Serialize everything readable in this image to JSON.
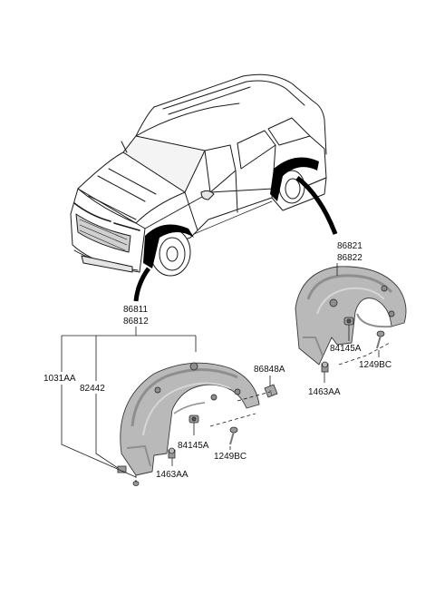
{
  "parts": {
    "front_upper": "86811",
    "front_lower": "86812",
    "rear_upper": "86821",
    "rear_lower": "86822",
    "clip_1031": "1031AA",
    "screw_82442": "82442",
    "nut_front": "84145A",
    "bolt_front": "1249BC",
    "clip_front": "1463AA",
    "clip_86848": "86848A",
    "nut_rear": "84145A",
    "bolt_rear": "1249BC",
    "clip_rear": "1463AA"
  },
  "colors": {
    "line": "#1a1a1a",
    "liner_fill": "#b9b9b9",
    "liner_shade": "#8e8e8e",
    "liner_light": "#d6d6d6",
    "highlight": "#000000"
  }
}
